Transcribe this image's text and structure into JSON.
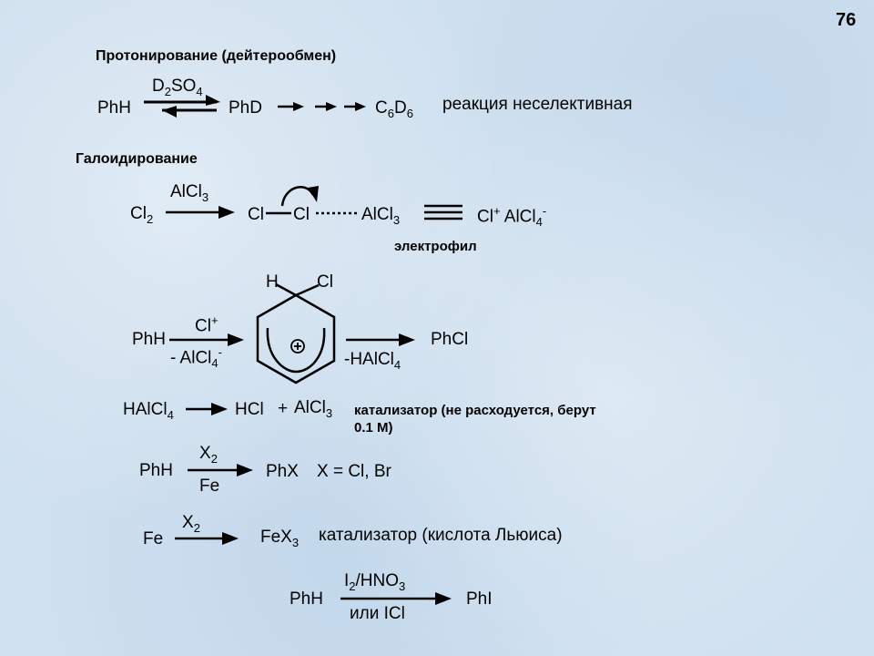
{
  "page_number": "76",
  "section1": {
    "heading": "Протонирование (дейтерообмен)",
    "reactant": "PhH",
    "reagent": "D2SO4",
    "product1": "PhD",
    "product_final": "C6D6",
    "note": "реакция неселективная"
  },
  "section2": {
    "heading": "Галоидирование",
    "reactant": "Cl2",
    "reagent": "AlCl3",
    "complex_left": "Cl",
    "complex_right": "Cl",
    "complex_acid": "AlCl3",
    "ion_pair": "Cl+ AlCl4-",
    "electrophile_label": "электрофил"
  },
  "sigma_step": {
    "reactant": "PhH",
    "reagent_top": "Cl+",
    "reagent_bottom": "- AlCl4-",
    "ring_h": "H",
    "ring_cl": "Cl",
    "ring_charge": "+",
    "elimination": "-HAlCl4",
    "product": "PhCl"
  },
  "catalyst_regen": {
    "reactant": "HAlCl4",
    "product1": "HCl",
    "plus": "+",
    "product2": "AlCl3",
    "note_line1": "катализатор (не расходуется, берут",
    "note_line2": "0.1 M)"
  },
  "halogenation_fe": {
    "reactant": "PhH",
    "reagent_top": "X2",
    "reagent_bottom": "Fe",
    "product": "PhX",
    "note": "X = Cl, Br"
  },
  "fe_catalyst": {
    "reactant": "Fe",
    "reagent": "X2",
    "product": "FeX3",
    "note": "катализатор (кислота Льюиса)"
  },
  "iodination": {
    "reactant": "PhH",
    "reagent_top": "I2/HNO3",
    "reagent_bottom": "или ICl",
    "product": "PhI"
  }
}
